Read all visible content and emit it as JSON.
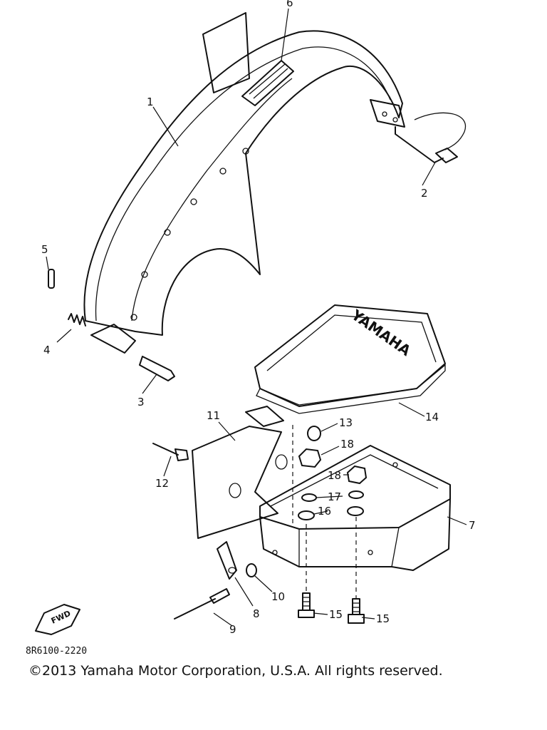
{
  "diagram": {
    "drawing_code": "8R6100-2220",
    "copyright": "©2013 Yamaha Motor Corporation, U.S.A. All rights reserved.",
    "cover_brand_text": "YAMAHA",
    "direction_badge_text": "FWD",
    "callouts": [
      {
        "id": "1",
        "text": "1"
      },
      {
        "id": "2",
        "text": "2"
      },
      {
        "id": "3",
        "text": "3"
      },
      {
        "id": "4",
        "text": "4"
      },
      {
        "id": "5",
        "text": "5"
      },
      {
        "id": "6",
        "text": "6"
      },
      {
        "id": "7",
        "text": "7"
      },
      {
        "id": "8",
        "text": "8"
      },
      {
        "id": "9",
        "text": "9"
      },
      {
        "id": "10",
        "text": "10"
      },
      {
        "id": "11",
        "text": "11"
      },
      {
        "id": "12",
        "text": "12"
      },
      {
        "id": "13",
        "text": "13"
      },
      {
        "id": "14",
        "text": "14"
      },
      {
        "id": "15a",
        "text": "15"
      },
      {
        "id": "15b",
        "text": "15"
      },
      {
        "id": "16",
        "text": "16"
      },
      {
        "id": "17",
        "text": "17"
      },
      {
        "id": "18a",
        "text": "18"
      },
      {
        "id": "18b",
        "text": "18"
      }
    ]
  }
}
